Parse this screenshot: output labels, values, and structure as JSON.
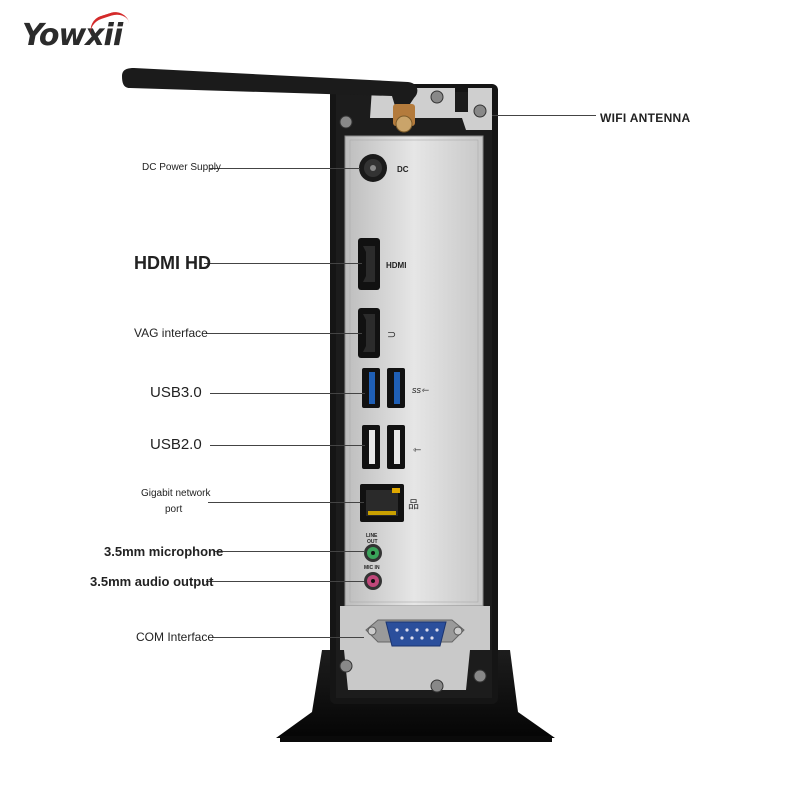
{
  "brand": {
    "name": "Yowxii",
    "accent_color": "#d42a2a"
  },
  "labels": {
    "wifi_antenna": "WIFI ANTENNA",
    "dc_power": "DC Power Supply",
    "hdmi": "HDMI HD",
    "vga": "VAG interface",
    "usb3": "USB3.0",
    "usb2": "USB2.0",
    "lan_line1": "Gigabit network",
    "lan_line2": "port",
    "mic": "3.5mm microphone",
    "audio_out": "3.5mm audio output",
    "com": "COM Interface"
  },
  "panel_marks": {
    "dc": "DC",
    "hdmi": "HDMI",
    "line_out_1": "LINE",
    "line_out_2": "OUT",
    "mic_in": "MIC IN"
  },
  "colors": {
    "chassis": "#151515",
    "panel": "#d9d9d9",
    "usb3_tongue": "#1f5fb5",
    "com_port": "#2b4f9c",
    "lan_led": "#e0a800",
    "mic_jack": "#3aa35a",
    "audio_jack": "#c0477a"
  }
}
